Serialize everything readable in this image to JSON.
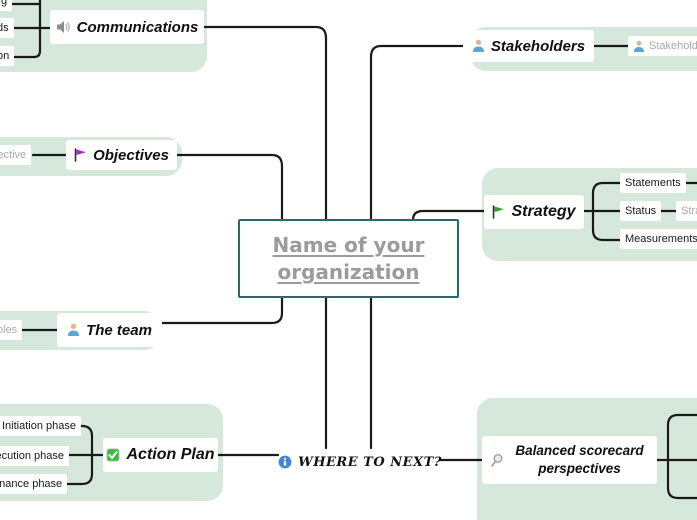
{
  "center": {
    "label": "Name of your organization"
  },
  "topics": {
    "communications": {
      "label": "Communications",
      "icon": "speaker-icon"
    },
    "objectives": {
      "label": "Objectives",
      "icon": "purple-flag-icon"
    },
    "the_team": {
      "label": "The team",
      "icon": "person-icon"
    },
    "action_plan": {
      "label": "Action Plan",
      "icon": "green-checkbox-icon"
    },
    "stakeholders": {
      "label": "Stakeholders",
      "icon": "person-icon"
    },
    "strategy": {
      "label": "Strategy",
      "icon": "green-flag-icon"
    },
    "balanced_scorecard": {
      "label": "Balanced scorecard perspectives",
      "icon": "magnifier-icon"
    },
    "where_to_next": {
      "label": "WHERE TO NEXT?",
      "icon": "info-icon"
    }
  },
  "subtopics": {
    "comm_child_top": "g",
    "comm_child_mid": "ds",
    "comm_child_bottom": "on",
    "objective_child": "jective",
    "team_child": "oles",
    "action_child_1": "Initiation phase",
    "action_child_2": "xecution phase",
    "action_child_3": "tenance phase",
    "stakeholder_child": "Stakeholder",
    "strategy_child_1": "Statements",
    "strategy_child_2": "Status",
    "strategy_child_3": "Measurements",
    "status_child": "Stra"
  },
  "colors": {
    "group_background": "#d6e7dc",
    "center_border": "#266a6a",
    "center_text": "#9b9b9b",
    "connector": "#1a1a1a",
    "placeholder_text": "#a9a9a9",
    "checkbox_green": "#3dbb3d",
    "info_blue": "#4285d8",
    "flag_purple": "#a825d2",
    "flag_green": "#2f9e2f"
  }
}
